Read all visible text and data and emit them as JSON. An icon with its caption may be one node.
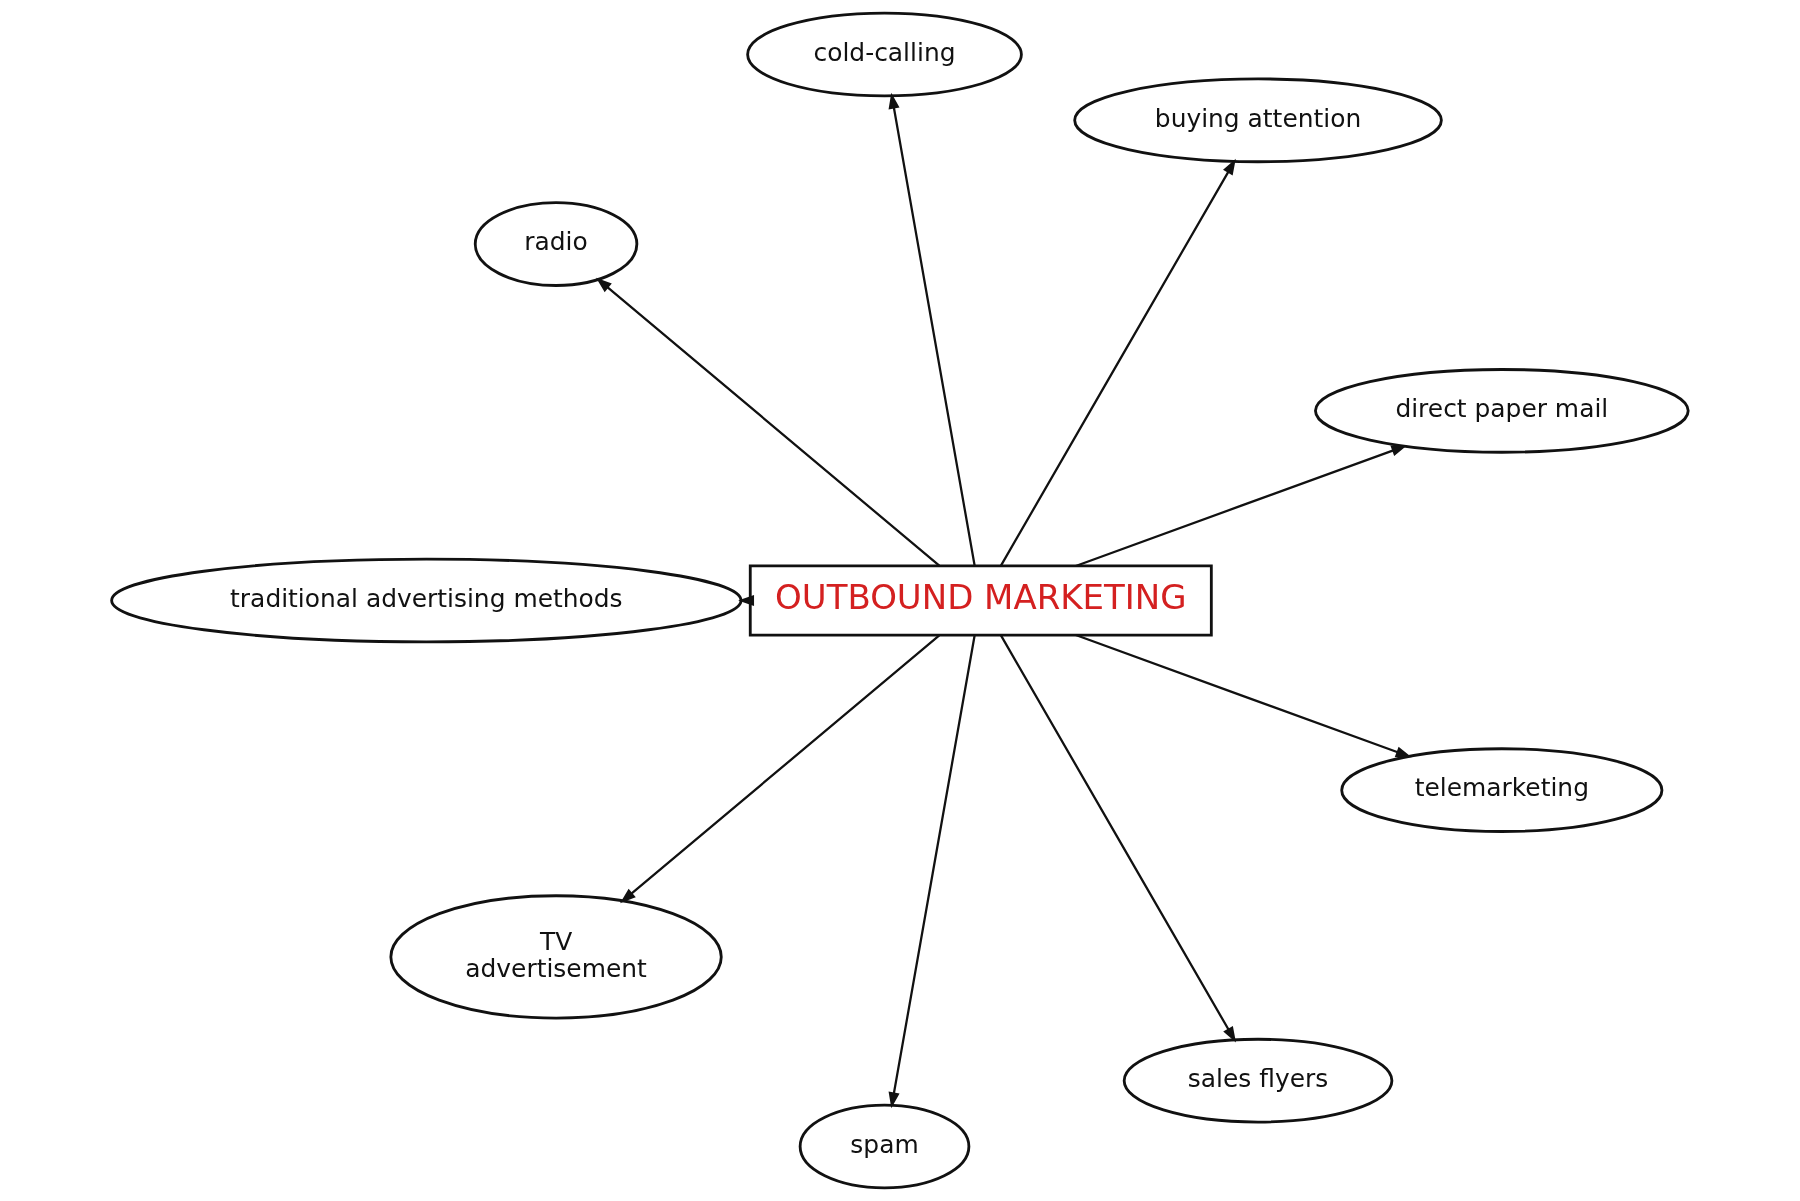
{
  "diagram": {
    "nodes": [
      {
        "text": [
          "OUTBOUND MARKETING"
        ]
      },
      {
        "text": [
          "direct paper mail"
        ]
      },
      {
        "text": [
          "buying attention"
        ]
      },
      {
        "text": [
          "cold-calling"
        ]
      },
      {
        "text": [
          "radio"
        ]
      },
      {
        "text": [
          "traditional advertising methods"
        ]
      },
      {
        "text": [
          "TV",
          "advertisement"
        ]
      },
      {
        "text": [
          "spam"
        ]
      },
      {
        "text": [
          "sales flyers"
        ]
      },
      {
        "text": [
          "telemarketing"
        ]
      }
    ],
    "edges": [
      {
        "from": 0,
        "to": 2,
        "arrow": "to"
      },
      {
        "from": 0,
        "to": 3,
        "arrow": "to"
      },
      {
        "from": 0,
        "to": 4,
        "arrow": "to"
      },
      {
        "from": 0,
        "to": 6,
        "arrow": "to"
      },
      {
        "from": 0,
        "to": 8,
        "arrow": "to"
      },
      {
        "from": 0,
        "to": 9,
        "arrow": "to"
      },
      {
        "from": 0,
        "to": 7,
        "arrow": "to"
      },
      {
        "from": 0,
        "to": 5,
        "arrow": "to"
      },
      {
        "from": 0,
        "to": 1,
        "arrow": "to"
      }
    ]
  }
}
